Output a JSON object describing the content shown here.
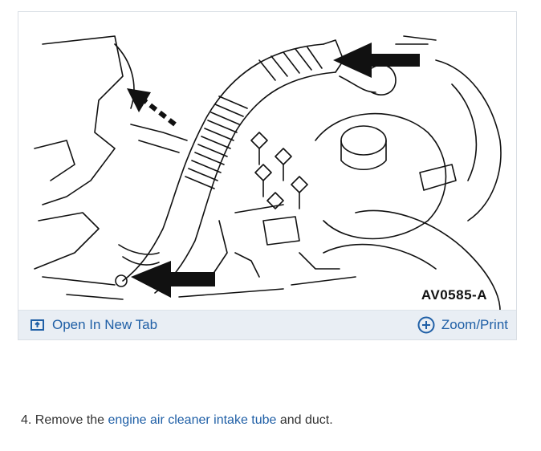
{
  "figure": {
    "code": "AV0585-A"
  },
  "toolbar": {
    "open_label": "Open In New Tab",
    "zoom_label": "Zoom/Print",
    "open_icon": "open-new-tab-icon",
    "zoom_icon": "plus-circle-icon",
    "link_color": "#1f5fa6"
  },
  "step": {
    "prefix": "4. Remove the ",
    "link": "engine air cleaner intake tube",
    "suffix": " and duct."
  }
}
